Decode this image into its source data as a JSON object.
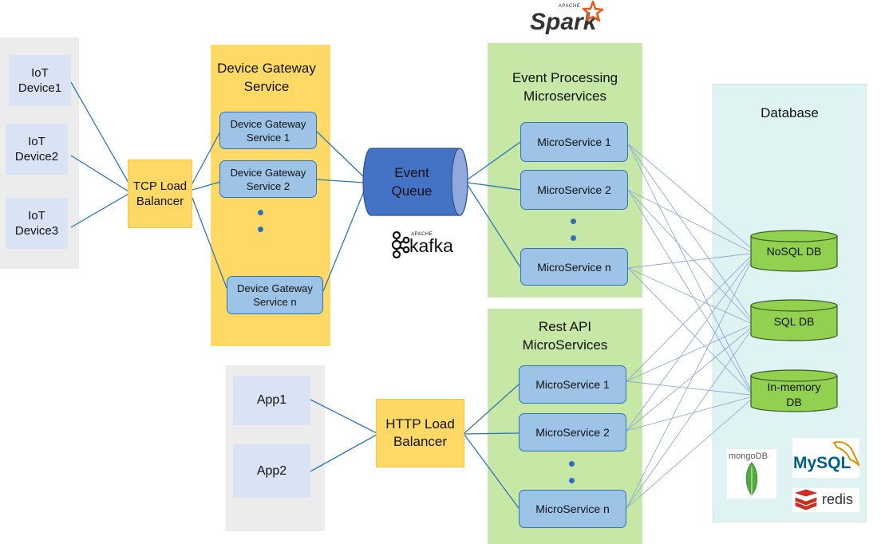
{
  "logos": {
    "spark": {
      "small": "APACHE",
      "name": "Spark"
    },
    "kafka": {
      "small": "APACHE",
      "name": "kafka"
    },
    "mongodb": "mongoDB",
    "mysql": "MySQL",
    "redis": "redis"
  },
  "iot_devices": [
    {
      "line1": "IoT",
      "line2": "Device1"
    },
    {
      "line1": "IoT",
      "line2": "Device2"
    },
    {
      "line1": "IoT",
      "line2": "Device3"
    }
  ],
  "tcp_lb": {
    "line1": "TCP Load",
    "line2": "Balancer"
  },
  "gateway_panel": {
    "title1": "Device Gateway",
    "title2": "Service",
    "services": [
      {
        "line1": "Device Gateway",
        "line2": "Service 1"
      },
      {
        "line1": "Device Gateway",
        "line2": "Service 2"
      },
      {
        "line1": "Device Gateway",
        "line2": "Service n"
      }
    ]
  },
  "event_queue": {
    "line1": "Event",
    "line2": "Queue"
  },
  "event_panel": {
    "title1": "Event Processing",
    "title2": "Microservices",
    "services": [
      "MicroService 1",
      "MicroService 2",
      "MicroService n"
    ]
  },
  "rest_panel": {
    "title1": "Rest API",
    "title2": "MicroServices",
    "services": [
      "MicroService 1",
      "MicroService 2",
      "MicroService n"
    ]
  },
  "apps": [
    "App1",
    "App2"
  ],
  "http_lb": {
    "line1": "HTTP Load",
    "line2": "Balancer"
  },
  "database_panel": {
    "title": "Database",
    "dbs": [
      {
        "line1": "NoSQL DB",
        "line2": ""
      },
      {
        "line1": "SQL DB",
        "line2": ""
      },
      {
        "line1": "In-memory",
        "line2": "DB"
      }
    ]
  },
  "colors": {
    "edge": "#2e75b6",
    "db_edge": "#8faadc",
    "queue": "#4472c4",
    "db_fill": "#92d050"
  }
}
